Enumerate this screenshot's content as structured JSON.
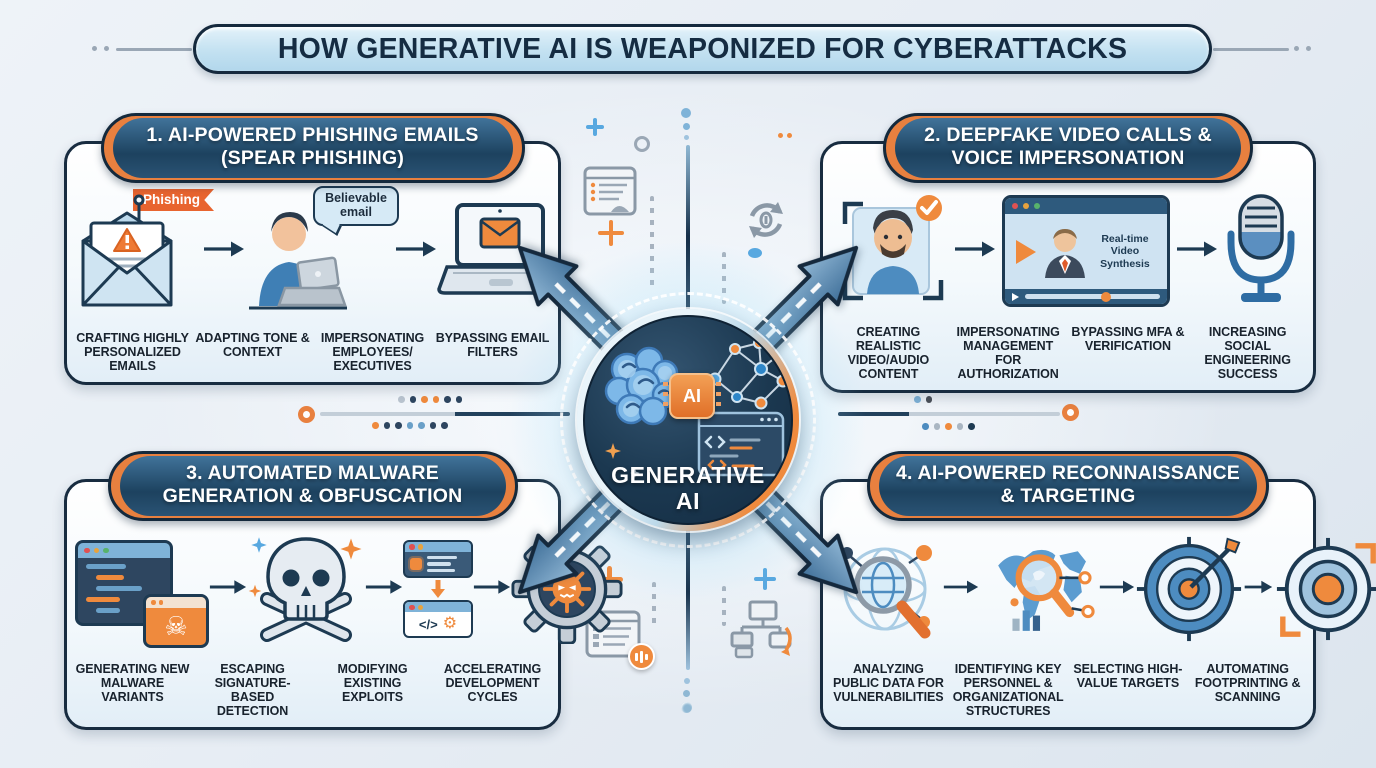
{
  "title": "HOW GENERATIVE AI IS WEAPONIZED FOR CYBERATTACKS",
  "center": {
    "name_line1": "GENERATIVE",
    "name_line2": "AI",
    "chip": "AI"
  },
  "icons": {
    "skull_glyph": "☠",
    "gear_glyph": "⚙"
  },
  "panels": [
    {
      "number": "1",
      "header_line1": "1. AI-POWERED PHISHING EMAILS",
      "header_line2": "(SPEAR PHISHING)",
      "flag_label": "Phishing",
      "bubble_label": "Believable email",
      "labels": [
        "CRAFTING HIGHLY PERSONALIZED EMAILS",
        "ADAPTING TONE & CONTEXT",
        "IMPERSONATING EMPLOYEES/ EXECUTIVES",
        "BYPASSING EMAIL FILTERS"
      ]
    },
    {
      "number": "2",
      "header_line1": "2. DEEPFAKE VIDEO CALLS &",
      "header_line2": "VOICE IMPERSONATION",
      "video_label": "Real-time Video Synthesis",
      "labels": [
        "CREATING REALISTIC VIDEO/AUDIO CONTENT",
        "IMPERSONATING MANAGEMENT FOR AUTHORIZATION",
        "BYPASSING MFA & VERIFICATION",
        "INCREASING SOCIAL ENGINEERING SUCCESS"
      ]
    },
    {
      "number": "3",
      "header_line1": "3. AUTOMATED MALWARE",
      "header_line2": "GENERATION & OBFUSCATION",
      "code_label": "</>",
      "labels": [
        "GENERATING NEW MALWARE VARIANTS",
        "ESCAPING SIGNATURE-BASED DETECTION",
        "MODIFYING EXISTING EXPLOITS",
        "ACCELERATING DEVELOPMENT CYCLES"
      ]
    },
    {
      "number": "4",
      "header_line1": "4. AI-POWERED RECONNAISSANCE",
      "header_line2": "& TARGETING",
      "labels": [
        "ANALYZING PUBLIC DATA FOR VULNERABILITIES",
        "IDENTIFYING KEY PERSONNEL & ORGANIZATIONAL STRUCTURES",
        "SELECTING HIGH-VALUE TARGETS",
        "AUTOMATING FOOTPRINTING & SCANNING"
      ]
    }
  ],
  "colors": {
    "accent_orange": "#E8803F",
    "navy": "#1D3A52",
    "blue": "#4D8CC0",
    "light_blue": "#CFE4F2",
    "header_fill": "#2B5578"
  }
}
